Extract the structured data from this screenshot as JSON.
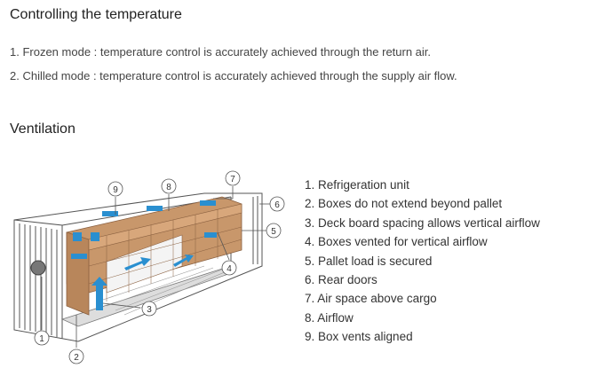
{
  "section_temperature": {
    "heading": "Controlling the temperature",
    "items": [
      "1. Frozen mode : temperature control is accurately achieved through the return air.",
      "2. Chilled mode : temperature control is accurately achieved through the supply air flow."
    ]
  },
  "section_ventilation": {
    "heading": "Ventilation",
    "callouts": [
      "1",
      "2",
      "3",
      "4",
      "5",
      "6",
      "7",
      "8",
      "9"
    ],
    "legend": [
      "1. Refrigeration unit",
      "2. Boxes do not extend beyond pallet",
      "3. Deck board spacing allows vertical airflow",
      "4. Boxes vented for vertical airflow",
      "5. Pallet load is secured",
      "6. Rear doors",
      "7. Air space above cargo",
      "8. Airflow",
      "9. Box vents aligned"
    ]
  },
  "colors": {
    "cargo": "#c8976b",
    "cargo_dark": "#a8774f",
    "airflow": "#2a8fd0",
    "line": "#555555"
  }
}
